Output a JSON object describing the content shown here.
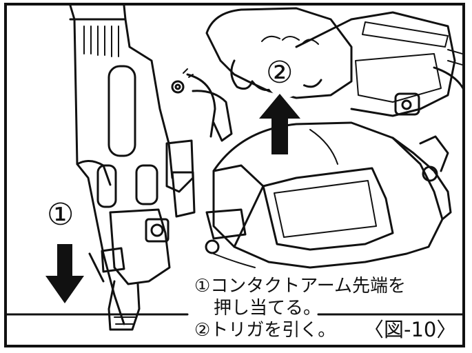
{
  "steps": {
    "step1_number": "①",
    "step2_number": "②"
  },
  "instructions": {
    "line1": "①コンタクトアーム先端を",
    "line2": "押し当てる。",
    "line3": "②トリガを引く。"
  },
  "figure_label": "〈図-10〉",
  "colors": {
    "ink": "#111111",
    "paper": "#ffffff"
  },
  "icons": [
    "down-arrow-icon",
    "up-arrow-icon",
    "hand-icon",
    "nailer-tool-icon"
  ]
}
